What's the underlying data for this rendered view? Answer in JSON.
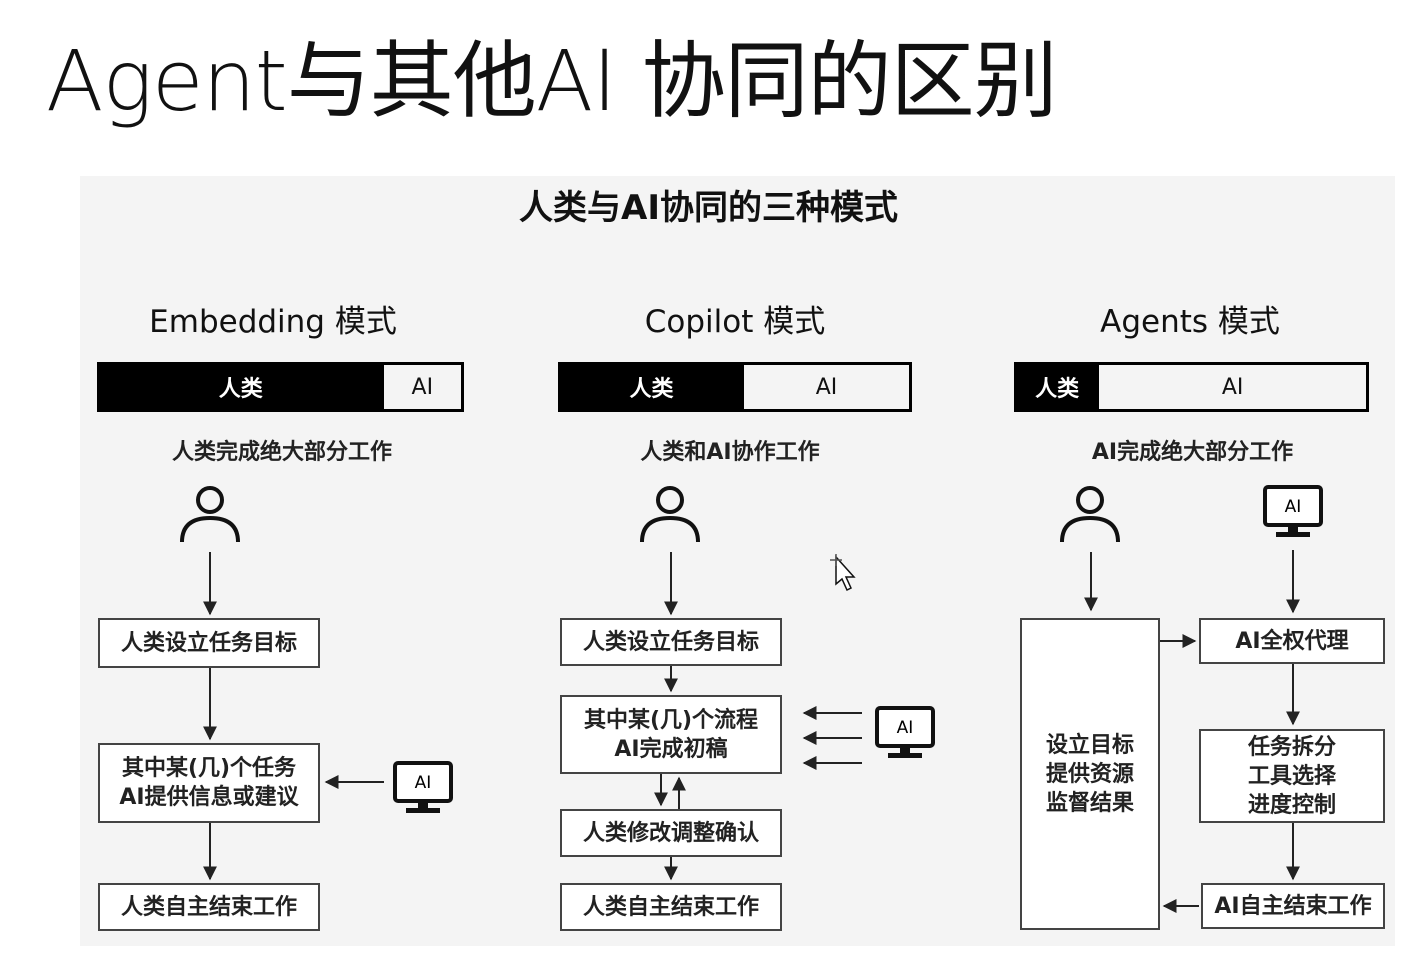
{
  "slide": {
    "title": "Agent与其他AI 协同的区别"
  },
  "figure": {
    "title": "人类与AI协同的三种模式",
    "modes": [
      {
        "name": "Embedding 模式",
        "bar": {
          "human_label": "人类",
          "ai_label": "AI",
          "human_share": 0.78
        },
        "caption": "人类完成绝大部分工作",
        "steps": [
          "人类设立任务目标",
          "其中某(几)个任务\nAI提供信息或建议",
          "人类自主结束工作"
        ]
      },
      {
        "name": "Copilot 模式",
        "bar": {
          "human_label": "人类",
          "ai_label": "AI",
          "human_share": 0.52
        },
        "caption": "人类和AI协作工作",
        "steps": [
          "人类设立任务目标",
          "其中某(几)个流程\nAI完成初稿",
          "人类修改调整确认",
          "人类自主结束工作"
        ]
      },
      {
        "name": "Agents 模式",
        "bar": {
          "human_label": "人类",
          "ai_label": "AI",
          "human_share": 0.23
        },
        "caption": "AI完成绝大部分工作",
        "human_box": "设立目标\n提供资源\n监督结果",
        "steps": [
          "AI全权代理",
          "任务拆分\n工具选择\n进度控制",
          "AI自主结束工作"
        ]
      }
    ],
    "icons": {
      "person": "person-icon",
      "monitor": "ai-monitor-icon",
      "monitor_label": "AI",
      "cursor": "move-cursor-icon"
    }
  }
}
